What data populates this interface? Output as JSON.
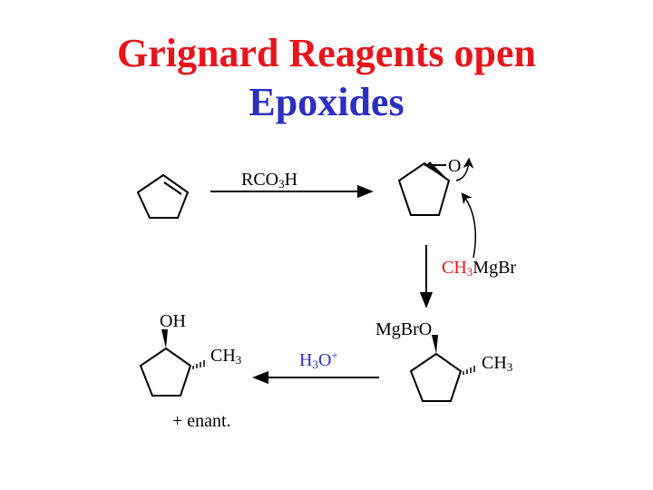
{
  "title": {
    "line1": "Grignard Reagents open",
    "line2": "Epoxides",
    "line1_color": "#e8141b",
    "line2_color": "#2b2fc2"
  },
  "reagents": {
    "peracid": {
      "main": "RCO",
      "sub": "3",
      "tail": "H"
    },
    "grignard": {
      "part1": "CH",
      "sub": "3",
      "part2": "Mg",
      "part3": "Br",
      "color1": "#e8141b",
      "color3": "#000000"
    },
    "acid": {
      "main": "H",
      "sub": "3",
      "tail": "O",
      "charge": "+",
      "color": "#2b2fc2"
    }
  },
  "atoms": {
    "epoxide_o": "O",
    "alkoxide": "Mg",
    "alkoxide_b": "BrO",
    "methyl1": {
      "main": "CH",
      "sub": "3"
    },
    "methyl2": {
      "main": "CH",
      "sub": "3"
    },
    "hydroxyl": "OH"
  },
  "note": "+ enant."
}
